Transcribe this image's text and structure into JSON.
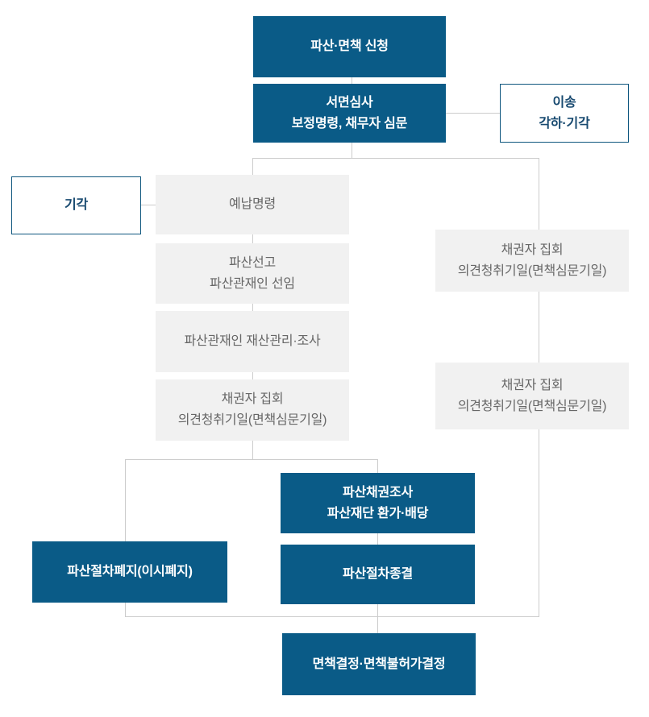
{
  "diagram": {
    "subject": "파산·면책 절차 흐름도",
    "colors": {
      "primary_box_bg": "#0A5B87",
      "primary_box_text": "#FFFFFF",
      "outline_box_border": "#0E567E",
      "outline_box_text": "#184A70",
      "muted_box_bg": "#F1F1F1",
      "muted_box_text": "#676767",
      "connector_line": "#CCCCCC",
      "page_bg": "#FFFFFF"
    },
    "nodes": {
      "apply": {
        "lines": [
          "파산·면책 신청"
        ]
      },
      "review": {
        "lines": [
          "서면심사",
          "보정명령, 채무자 심문"
        ]
      },
      "transfer": {
        "lines": [
          "이송",
          "각하·기각"
        ]
      },
      "dismiss": {
        "lines": [
          "기각"
        ]
      },
      "deposit": {
        "lines": [
          "예납명령"
        ]
      },
      "declare": {
        "lines": [
          "파산선고",
          "파산관재인 선임"
        ]
      },
      "manage": {
        "lines": [
          "파산관재인 재산관리·조사"
        ]
      },
      "meeting_left": {
        "lines": [
          "채권자 집회",
          "의견청취기일(면책심문기일)"
        ]
      },
      "meeting_right_1": {
        "lines": [
          "채권자 집회",
          "의견청취기일(면책심문기일)"
        ]
      },
      "meeting_right_2": {
        "lines": [
          "채권자 집회",
          "의견청취기일(면책심문기일)"
        ]
      },
      "claims": {
        "lines": [
          "파산채권조사",
          "파산재단 환가·배당"
        ]
      },
      "abolition": {
        "lines": [
          "파산절차폐지(이시폐지)"
        ]
      },
      "closure": {
        "lines": [
          "파산절차종결"
        ]
      },
      "discharge": {
        "lines": [
          "면책결정·면책불허가결정"
        ]
      }
    }
  }
}
